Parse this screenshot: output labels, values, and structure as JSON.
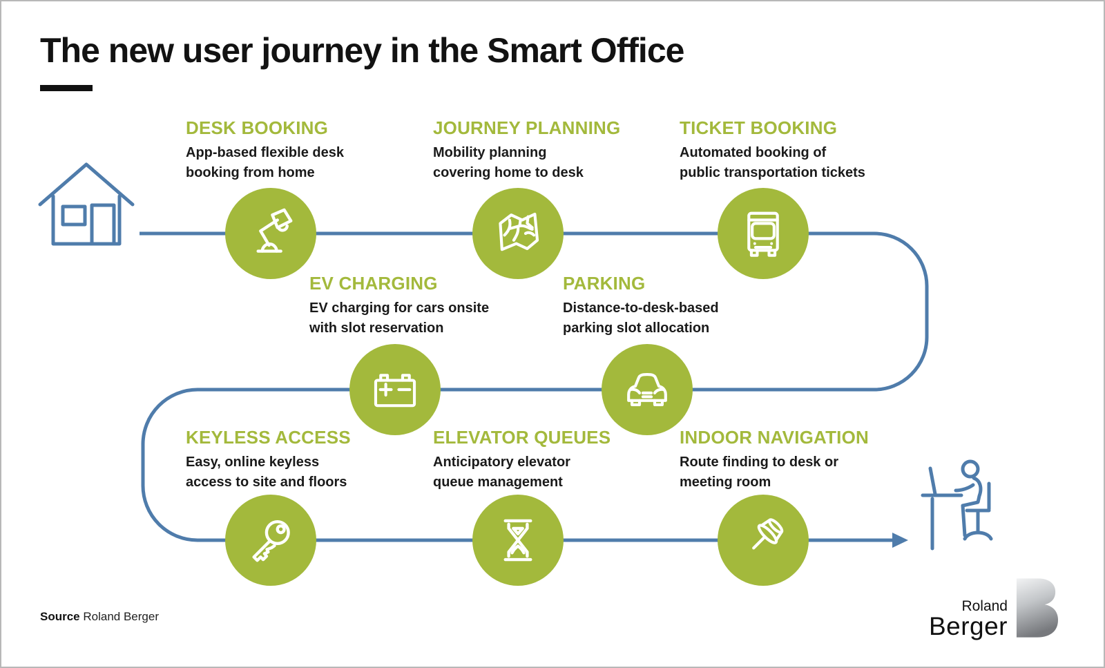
{
  "title": "The new user journey in the Smart Office",
  "colors": {
    "accent_green": "#a3b93c",
    "line_blue": "#4f7cab",
    "text_black": "#1a1a1a"
  },
  "journey": {
    "start_icon": "house-icon",
    "end_icon": "person-at-desk-icon",
    "steps": [
      {
        "label": "DESK BOOKING",
        "description": "App-based flexible desk\nbooking from home",
        "icon": "desk-lamp-icon"
      },
      {
        "label": "JOURNEY PLANNING",
        "description": "Mobility planning\ncovering home to desk",
        "icon": "map-icon"
      },
      {
        "label": "TICKET BOOKING",
        "description": "Automated booking of\npublic transportation tickets",
        "icon": "bus-icon"
      },
      {
        "label": "EV CHARGING",
        "description": "EV charging for cars onsite\nwith slot reservation",
        "icon": "battery-icon"
      },
      {
        "label": "PARKING",
        "description": "Distance-to-desk-based\nparking slot allocation",
        "icon": "car-icon"
      },
      {
        "label": "KEYLESS ACCESS",
        "description": "Easy, online keyless\naccess to site and floors",
        "icon": "key-icon"
      },
      {
        "label": "ELEVATOR QUEUES",
        "description": "Anticipatory elevator\nqueue management",
        "icon": "hourglass-icon"
      },
      {
        "label": "INDOOR NAVIGATION",
        "description": "Route finding to desk or\nmeeting room",
        "icon": "pushpin-icon"
      }
    ]
  },
  "footer": {
    "source_label": "Source",
    "source_text": "Roland Berger"
  },
  "logo": {
    "line1": "Roland",
    "line2": "Berger"
  }
}
